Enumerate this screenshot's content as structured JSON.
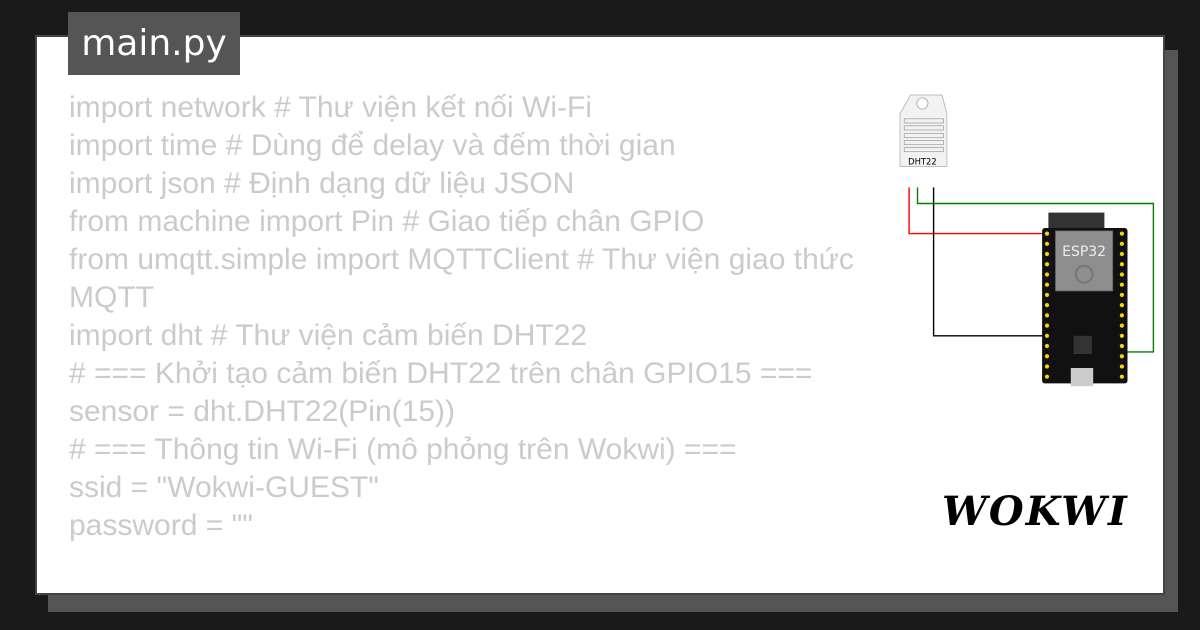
{
  "file_tab": {
    "label": "main.py"
  },
  "code_lines": [
    "import network # Thư viện kết nối Wi-Fi",
    "import time # Dùng để delay và đếm thời gian",
    "import json # Định dạng dữ liệu JSON",
    "from machine import Pin # Giao tiếp chân GPIO",
    "from umqtt.simple import MQTTClient # Thư viện giao thức MQTT",
    "import dht # Thư viện cảm biến DHT22",
    "# === Khởi tạo cảm biến DHT22 trên chân GPIO15 ===",
    "sensor = dht.DHT22(Pin(15))",
    "# === Thông tin Wi-Fi (mô phỏng trên Wokwi) ===",
    "ssid = \"Wokwi-GUEST\"",
    "password = \"\""
  ],
  "diagram": {
    "sensor_label": "DHT22",
    "board_label": "ESP32",
    "wire_colors": {
      "vcc": "#ff0000",
      "gnd": "#000000",
      "data": "#008000"
    }
  },
  "brand": {
    "logo": "WOKWI"
  }
}
